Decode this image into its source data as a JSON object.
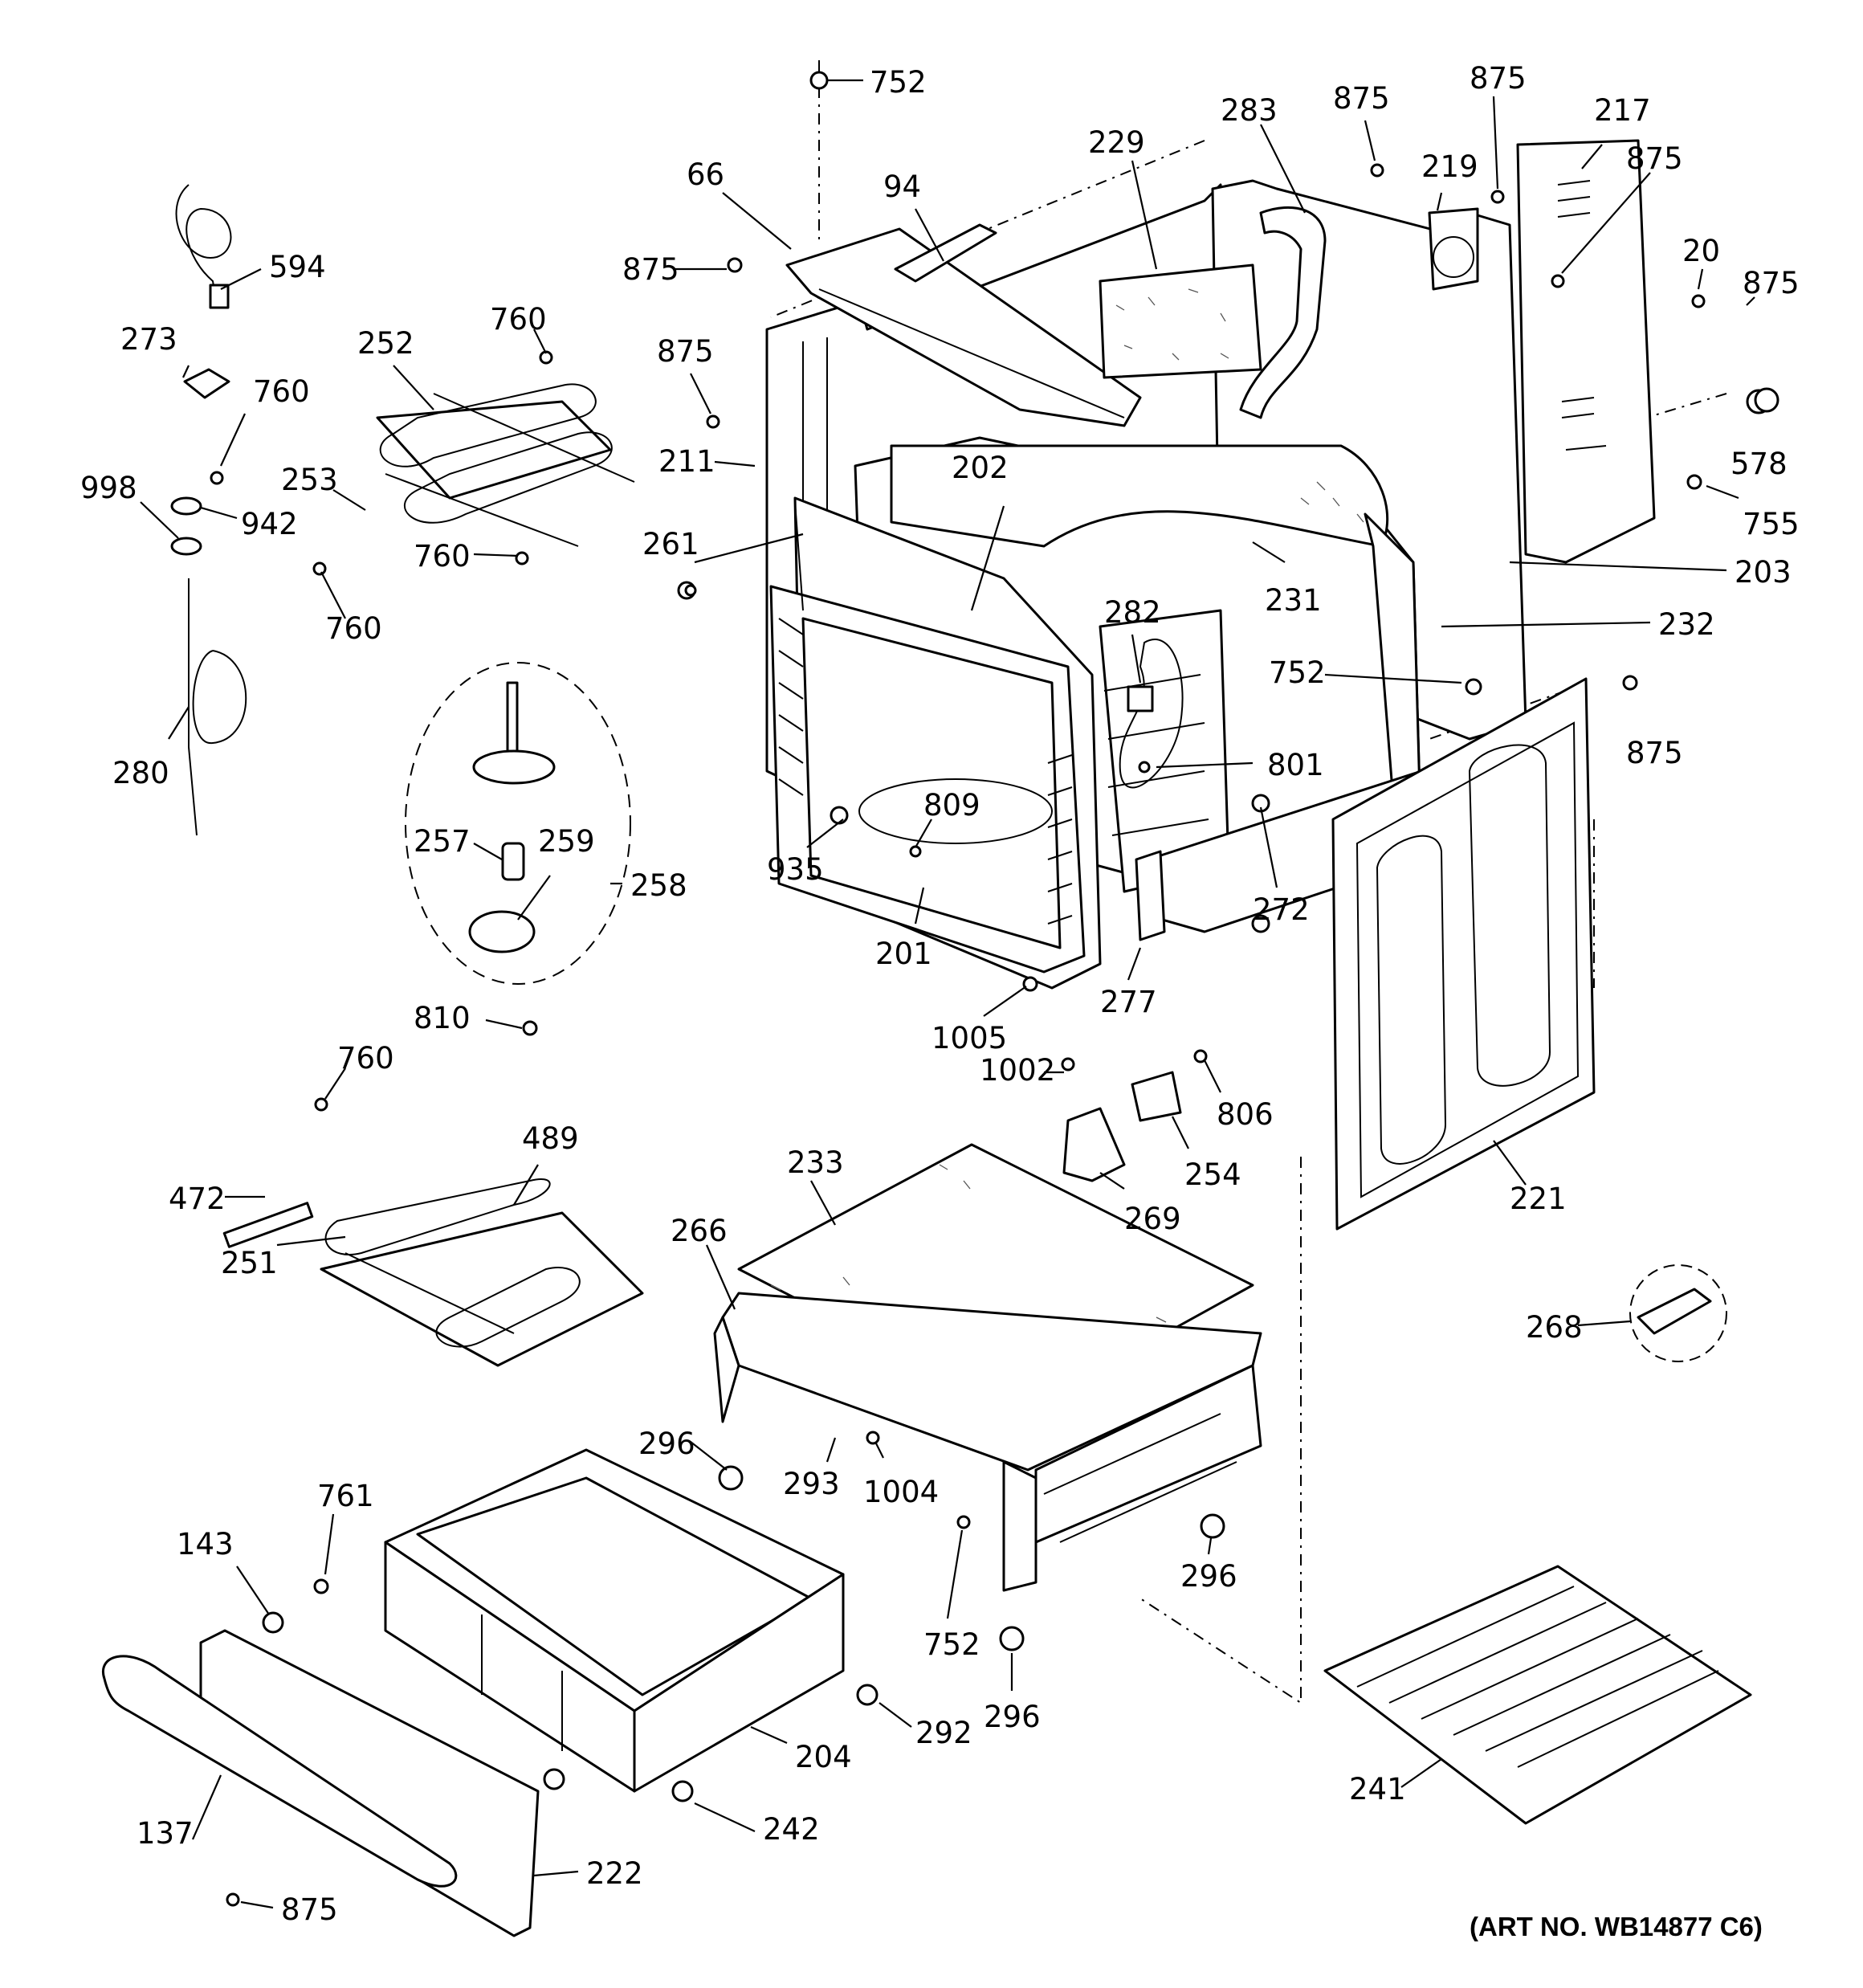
{
  "diagram": {
    "art_number": "(ART NO. WB14877 C6)",
    "callouts": [
      {
        "id": "752a",
        "text": "752"
      },
      {
        "id": "66",
        "text": "66"
      },
      {
        "id": "94",
        "text": "94"
      },
      {
        "id": "875a",
        "text": "875"
      },
      {
        "id": "875b",
        "text": "875"
      },
      {
        "id": "211",
        "text": "211"
      },
      {
        "id": "229",
        "text": "229"
      },
      {
        "id": "283",
        "text": "283"
      },
      {
        "id": "875c",
        "text": "875"
      },
      {
        "id": "219",
        "text": "219"
      },
      {
        "id": "875d",
        "text": "875"
      },
      {
        "id": "217",
        "text": "217"
      },
      {
        "id": "875e",
        "text": "875"
      },
      {
        "id": "20",
        "text": "20"
      },
      {
        "id": "875f",
        "text": "875"
      },
      {
        "id": "578",
        "text": "578"
      },
      {
        "id": "755",
        "text": "755"
      },
      {
        "id": "203",
        "text": "203"
      },
      {
        "id": "232",
        "text": "232"
      },
      {
        "id": "231",
        "text": "231"
      },
      {
        "id": "202",
        "text": "202"
      },
      {
        "id": "261",
        "text": "261"
      },
      {
        "id": "282",
        "text": "282"
      },
      {
        "id": "752b",
        "text": "752"
      },
      {
        "id": "801",
        "text": "801"
      },
      {
        "id": "875g",
        "text": "875"
      },
      {
        "id": "809",
        "text": "809"
      },
      {
        "id": "935",
        "text": "935"
      },
      {
        "id": "201",
        "text": "201"
      },
      {
        "id": "272",
        "text": "272"
      },
      {
        "id": "277",
        "text": "277"
      },
      {
        "id": "1005",
        "text": "1005"
      },
      {
        "id": "594",
        "text": "594"
      },
      {
        "id": "273",
        "text": "273"
      },
      {
        "id": "760a",
        "text": "760"
      },
      {
        "id": "998",
        "text": "998"
      },
      {
        "id": "942",
        "text": "942"
      },
      {
        "id": "280",
        "text": "280"
      },
      {
        "id": "252",
        "text": "252"
      },
      {
        "id": "760b",
        "text": "760"
      },
      {
        "id": "253",
        "text": "253"
      },
      {
        "id": "760c",
        "text": "760"
      },
      {
        "id": "760d",
        "text": "760"
      },
      {
        "id": "257",
        "text": "257"
      },
      {
        "id": "259",
        "text": "259"
      },
      {
        "id": "258",
        "text": "258"
      },
      {
        "id": "810",
        "text": "810"
      },
      {
        "id": "760e",
        "text": "760"
      },
      {
        "id": "489",
        "text": "489"
      },
      {
        "id": "472",
        "text": "472"
      },
      {
        "id": "251",
        "text": "251"
      },
      {
        "id": "1002",
        "text": "1002"
      },
      {
        "id": "806",
        "text": "806"
      },
      {
        "id": "254",
        "text": "254"
      },
      {
        "id": "269",
        "text": "269"
      },
      {
        "id": "221",
        "text": "221"
      },
      {
        "id": "233",
        "text": "233"
      },
      {
        "id": "266",
        "text": "266"
      },
      {
        "id": "268",
        "text": "268"
      },
      {
        "id": "296a",
        "text": "296"
      },
      {
        "id": "293",
        "text": "293"
      },
      {
        "id": "1004",
        "text": "1004"
      },
      {
        "id": "296b",
        "text": "296"
      },
      {
        "id": "752c",
        "text": "752"
      },
      {
        "id": "296c",
        "text": "296"
      },
      {
        "id": "143",
        "text": "143"
      },
      {
        "id": "761",
        "text": "761"
      },
      {
        "id": "292",
        "text": "292"
      },
      {
        "id": "204",
        "text": "204"
      },
      {
        "id": "241",
        "text": "241"
      },
      {
        "id": "137",
        "text": "137"
      },
      {
        "id": "242",
        "text": "242"
      },
      {
        "id": "222",
        "text": "222"
      },
      {
        "id": "875h",
        "text": "875"
      }
    ]
  }
}
